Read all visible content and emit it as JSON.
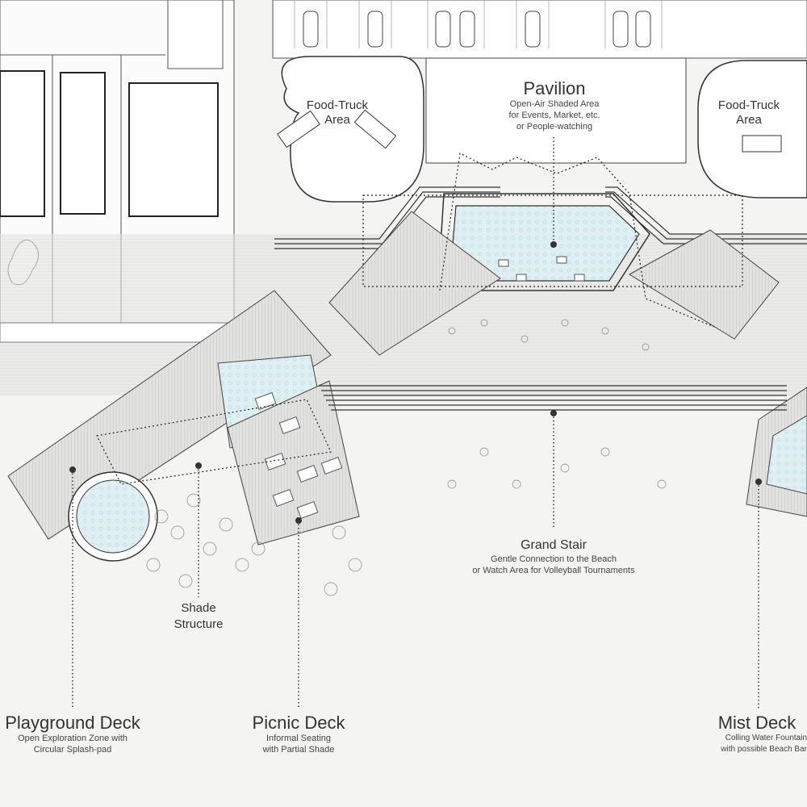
{
  "labels": {
    "pavilion": {
      "title": "Pavilion",
      "sub1": "Open-Air Shaded Area",
      "sub2": "for Events, Market, etc.",
      "sub3": "or People-watching"
    },
    "food_truck_left": {
      "title1": "Food-Truck",
      "title2": "Area"
    },
    "food_truck_right": {
      "title1": "Food-Truck",
      "title2": "Area"
    },
    "grand_stair": {
      "title": "Grand Stair",
      "sub1": "Gentle Connection to the Beach",
      "sub2": "or Watch Area for Volleyball Tournaments"
    },
    "shade_structure": {
      "title1": "Shade",
      "title2": "Structure"
    },
    "playground_deck": {
      "title": "Playground Deck",
      "sub1": "Open Exploration Zone with",
      "sub2": "Circular Splash-pad"
    },
    "picnic_deck": {
      "title": "Picnic Deck",
      "sub1": "Informal Seating",
      "sub2": "with Partial Shade"
    },
    "mist_deck": {
      "title": "Mist Deck",
      "sub1": "Colling Water Fountain",
      "sub2": "with possible Beach Bar"
    }
  },
  "colors": {
    "background": "#f4f4f2",
    "line": "#333333",
    "deck": "#d6d6d4",
    "water": "#cfe9ef",
    "building": "#ffffff"
  }
}
